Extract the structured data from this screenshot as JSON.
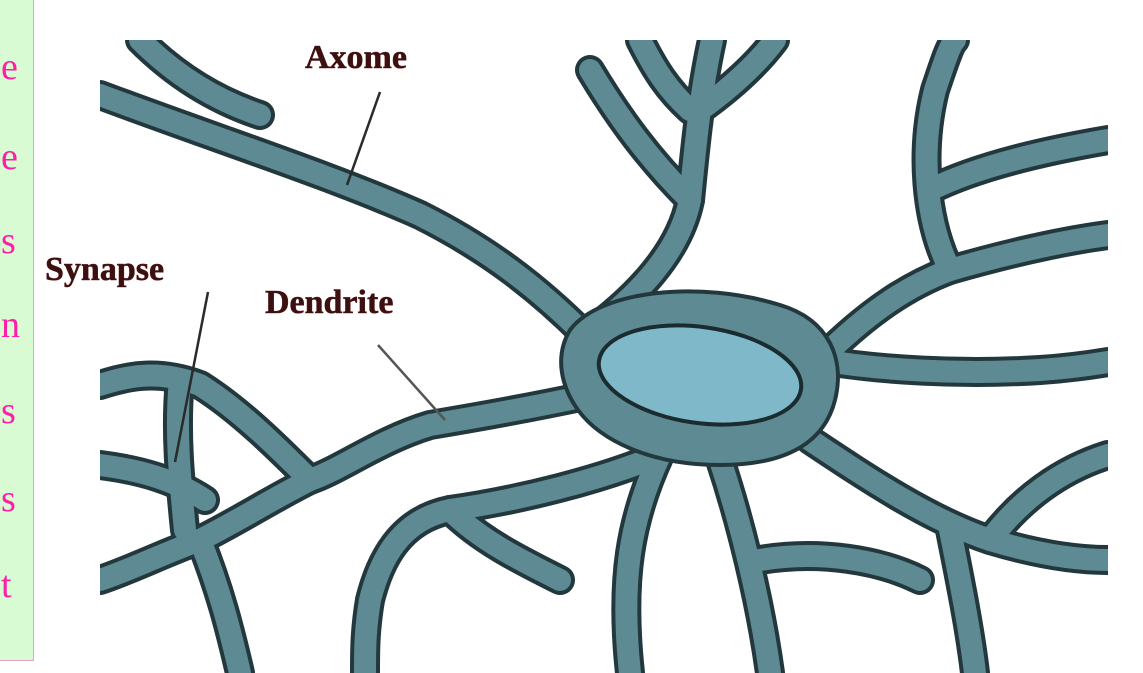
{
  "side_panel": {
    "fragments": [
      "e",
      "e",
      "s",
      "n",
      "s",
      "s",
      "t"
    ],
    "background_color": "#d9fbd3",
    "border_color": "#e6a3c7",
    "text_color": "#ff1ea8"
  },
  "diagram": {
    "labels": {
      "axon": "Axome",
      "synapse": "Synapse",
      "dendrite": "Dendrite"
    },
    "colors": {
      "fiber": "#5d8a93",
      "outline": "#23383d",
      "nucleus": "#7fb8c9"
    }
  }
}
